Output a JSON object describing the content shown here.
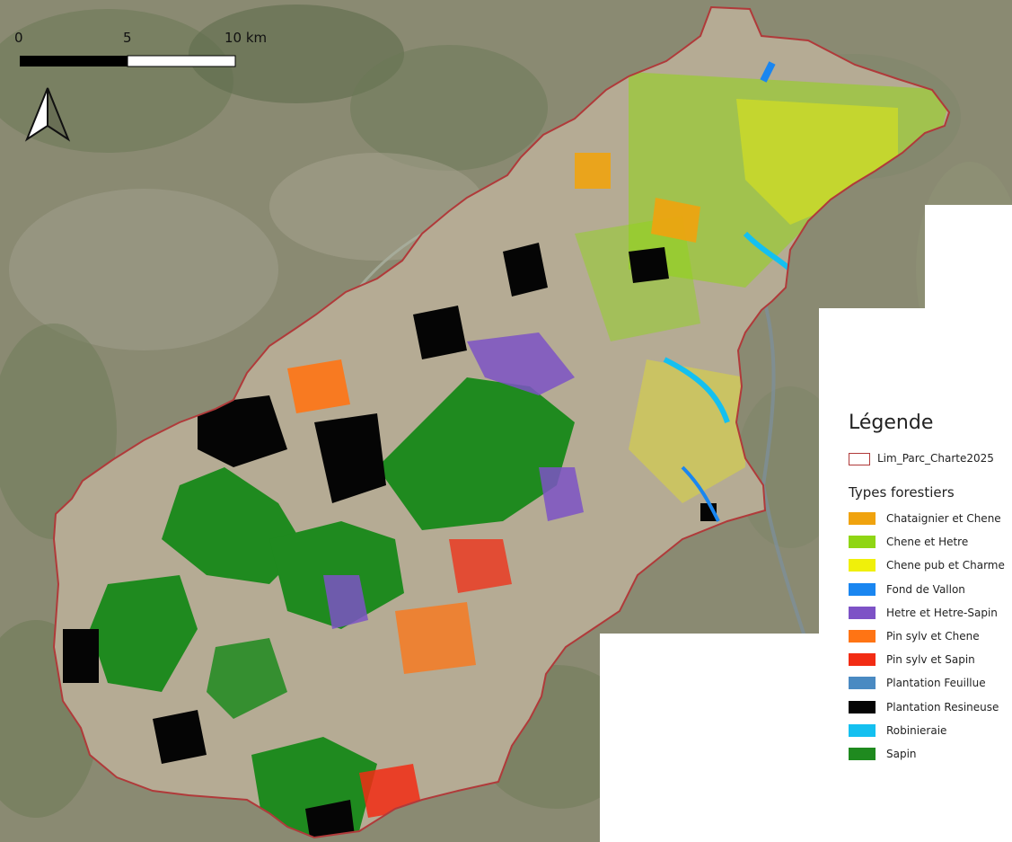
{
  "scalebar": {
    "labels": [
      "0",
      "5",
      "10 km"
    ]
  },
  "legend": {
    "title": "Légende",
    "boundary": {
      "label": "Lim_Parc_Charte2025",
      "color": "#b03a3a"
    },
    "subtitle": "Types forestiers",
    "items": [
      {
        "label": "Chataignier et Chene",
        "color": "#f0a30e"
      },
      {
        "label": "Chene et Hetre",
        "color": "#8fd614"
      },
      {
        "label": "Chene pub et Charme",
        "color": "#f0f00a"
      },
      {
        "label": "Fond de Vallon",
        "color": "#1a86f0"
      },
      {
        "label": "Hetre et Hetre-Sapin",
        "color": "#7d52c6"
      },
      {
        "label": "Pin sylv et Chene",
        "color": "#ff7414"
      },
      {
        "label": "Pin sylv et Sapin",
        "color": "#f22c14"
      },
      {
        "label": "Plantation Feuillue",
        "color": "#4a8ac2"
      },
      {
        "label": "Plantation Resineuse",
        "color": "#050505"
      },
      {
        "label": "Robinieraie",
        "color": "#14c0f0"
      },
      {
        "label": "Sapin",
        "color": "#1f8a1f"
      }
    ]
  },
  "icons": {
    "north_arrow": "north-arrow-icon"
  }
}
